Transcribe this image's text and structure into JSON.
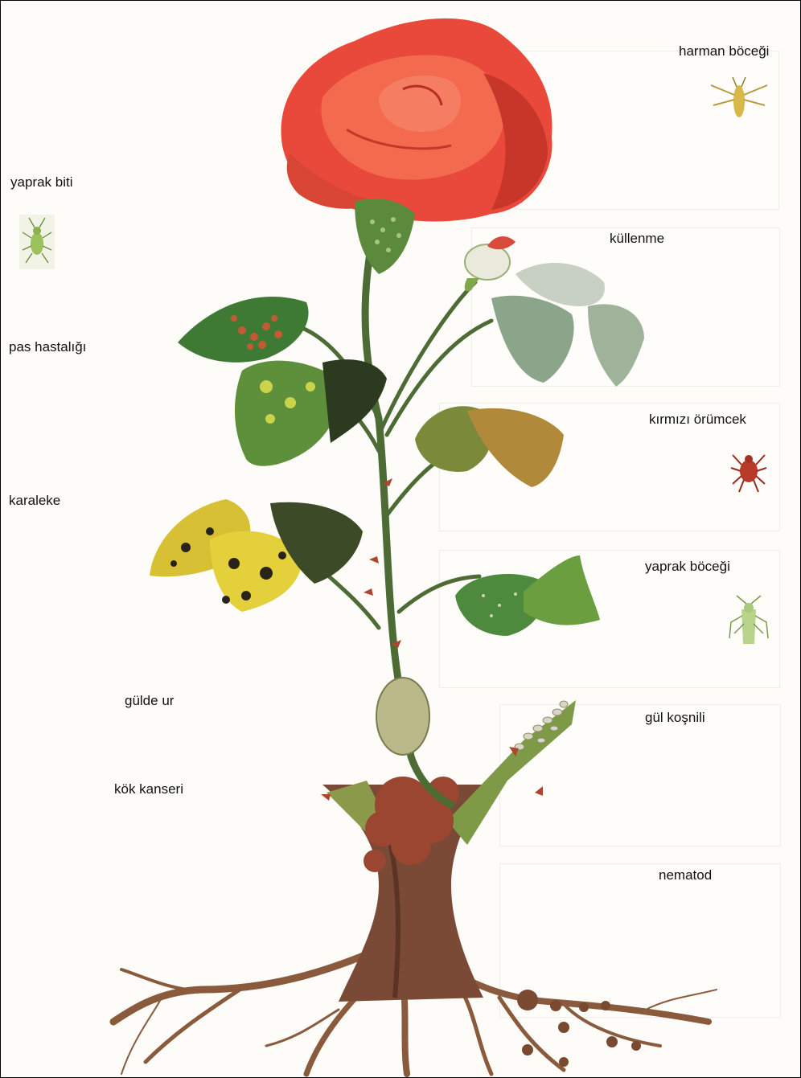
{
  "labels": {
    "harman_bocegi": "harman böceği",
    "yaprak_biti": "yaprak biti",
    "kullenme": "küllenme",
    "pas_hastaligi": "pas hastalığı",
    "kirmizi_orumcek": "kırmızı örümcek",
    "karaleke": "karaleke",
    "yaprak_bocegi": "yaprak böceği",
    "gulde_ur": "gülde ur",
    "gul_kosnili": "gül koşnili",
    "kok_kanseri": "kök kanseri",
    "nematod": "nematod"
  },
  "colors": {
    "petal": "#f0513e",
    "petal_dark": "#c72f24",
    "leaf": "#3e7a34",
    "leaf_light": "#7ea84a",
    "leaf_yellow": "#d9c23a",
    "stem": "#4d6b35",
    "trunk": "#7a4a36",
    "root": "#8a5a3c",
    "spot": "#2a2418"
  }
}
